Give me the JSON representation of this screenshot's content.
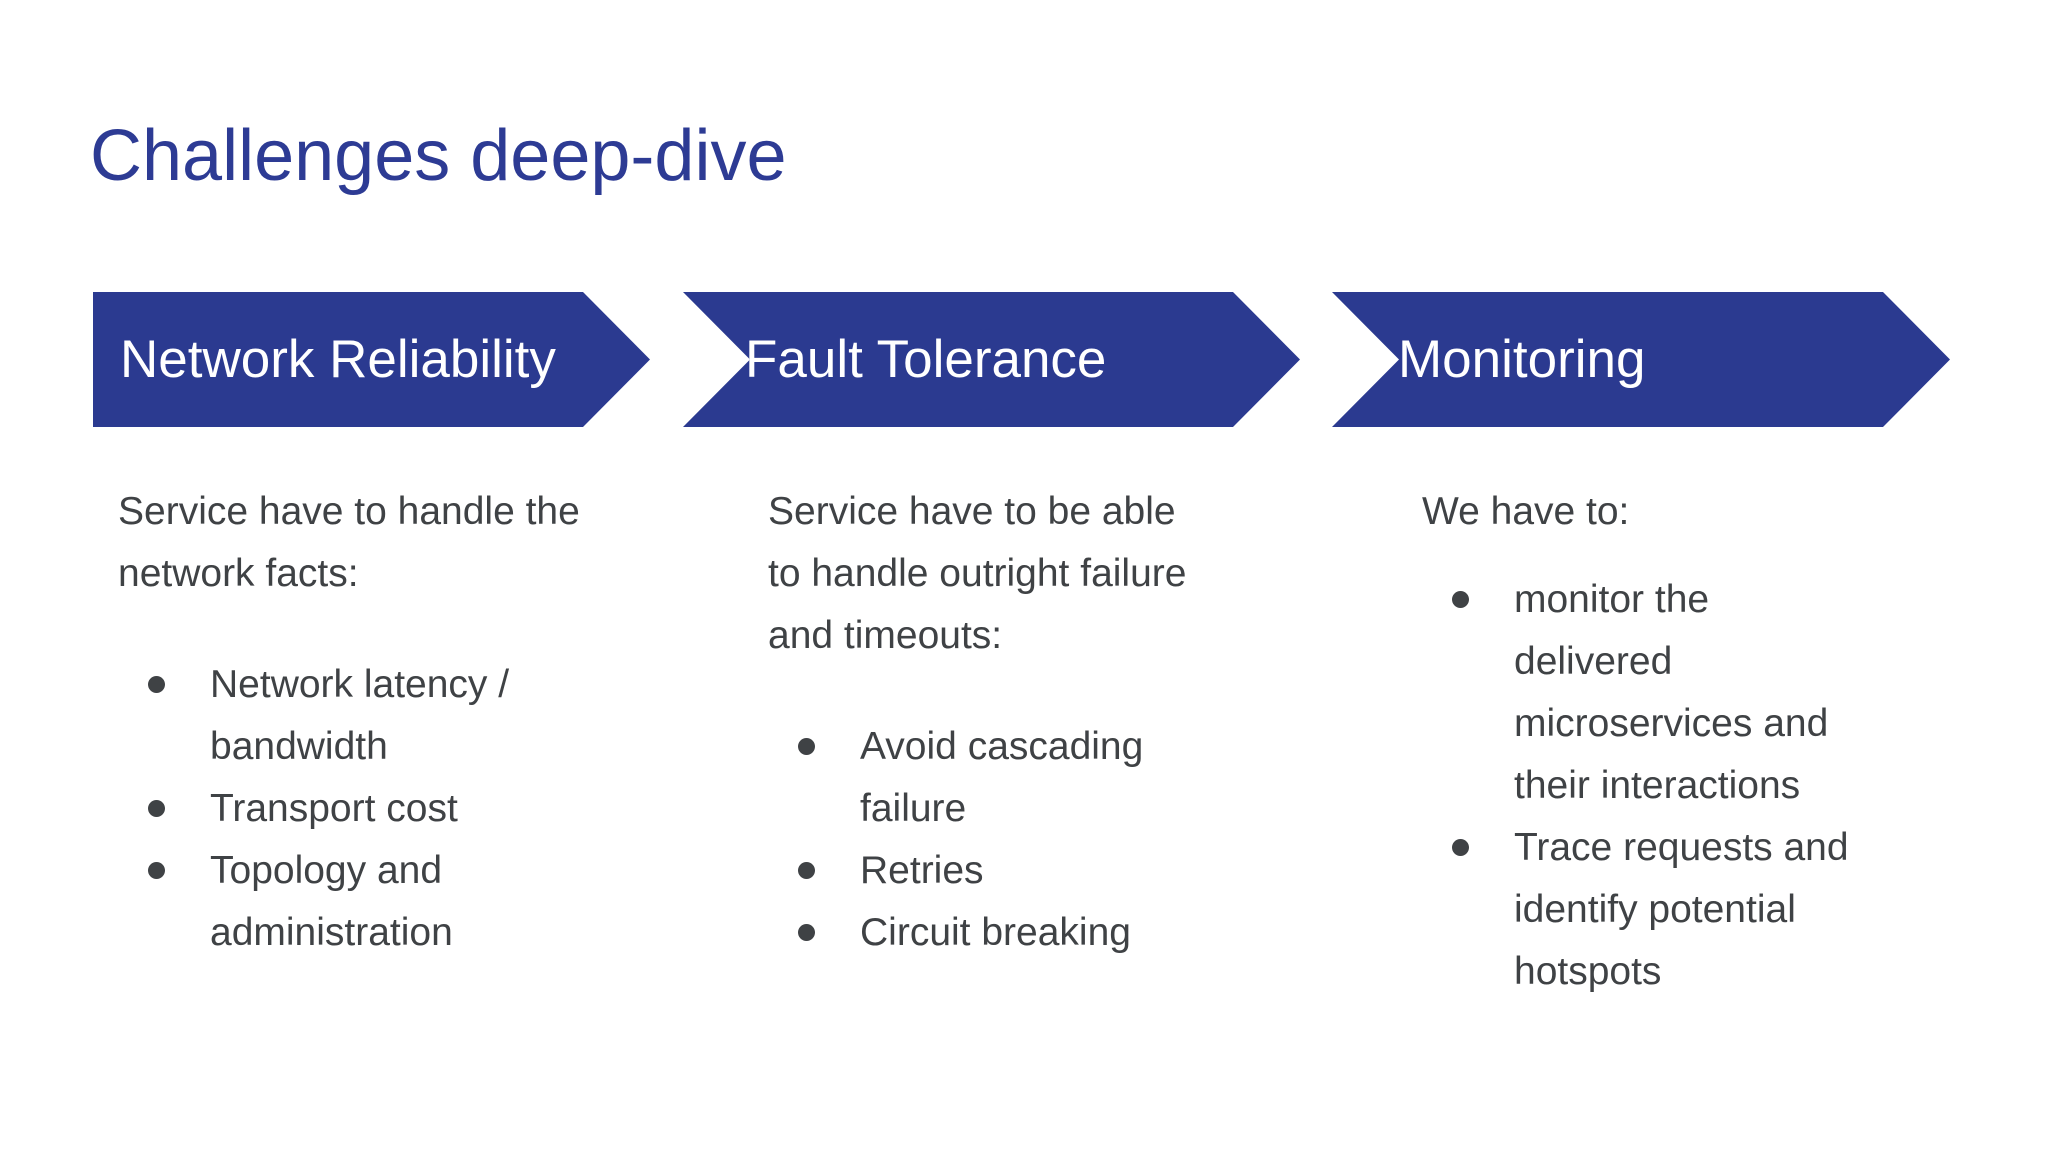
{
  "slide": {
    "title": "Challenges deep-dive",
    "colors": {
      "accent_blue": "#2b3a90",
      "title_blue": "#2d3b94",
      "text_gray": "#3f4245",
      "arrow_text": "#ffffff",
      "background": "#ffffff"
    },
    "columns": [
      {
        "header": "Network Reliability",
        "intro": "Service have to handle the network facts:",
        "bullets": [
          "Network latency / bandwidth",
          "Transport cost",
          "Topology and administration"
        ]
      },
      {
        "header": "Fault Tolerance",
        "intro": "Service have to be able to handle outright failure and timeouts:",
        "bullets": [
          "Avoid cascading failure",
          "Retries",
          "Circuit breaking"
        ]
      },
      {
        "header": "Monitoring",
        "intro": "We have to:",
        "bullets": [
          "monitor the delivered microservices and their interactions",
          "Trace requests and identify potential hotspots"
        ]
      }
    ]
  }
}
